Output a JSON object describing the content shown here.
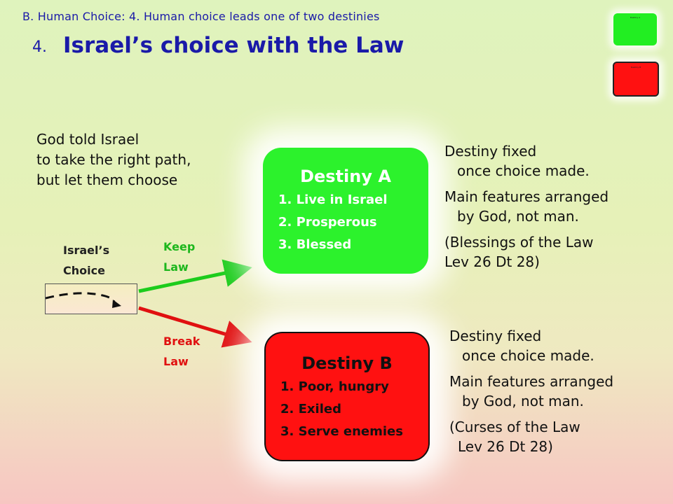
{
  "header": {
    "breadcrumb": "B.  Human Choice:  4.  Human choice leads one of two destinies",
    "title_number": "4.",
    "title": "Israel’s choice with the Law"
  },
  "thumbnails": [
    {
      "label": "Destiny A",
      "color": "#22ee22"
    },
    {
      "label": "Destiny B",
      "color": "#ff1111"
    }
  ],
  "intro": {
    "lines": [
      "God told Israel",
      "to take the right path,",
      "but let them choose"
    ]
  },
  "choice": {
    "label_line1": "Israel’s",
    "label_line2": "Choice"
  },
  "paths": {
    "keep_line1": "Keep",
    "keep_line2": "Law",
    "keep_color": "#1db71d",
    "break_line1": "Break",
    "break_line2": "Law",
    "break_color": "#e01010"
  },
  "destiny_a": {
    "title": "Destiny A",
    "items": [
      "1. Live in Israel",
      "2. Prosperous",
      "3. Blessed"
    ],
    "color": "#2cf22c"
  },
  "destiny_b": {
    "title": "Destiny B",
    "items": [
      "1. Poor, hungry",
      "2. Exiled",
      "3. Serve enemies"
    ],
    "color": "#ff1111"
  },
  "notes_a": {
    "p1_l1": "Destiny fixed",
    "p1_l2": "once choice made.",
    "p2_l1": "Main features arranged",
    "p2_l2": "by God, not man.",
    "p3_l1": "(Blessings of the Law",
    "p3_l2": "Lev 26 Dt 28)"
  },
  "notes_b": {
    "p1_l1": "Destiny fixed",
    "p1_l2": "once choice made.",
    "p2_l1": "Main features arranged",
    "p2_l2": "by God, not man.",
    "p3_l1": "(Curses of the Law",
    "p3_l2": "Lev 26 Dt 28)"
  }
}
